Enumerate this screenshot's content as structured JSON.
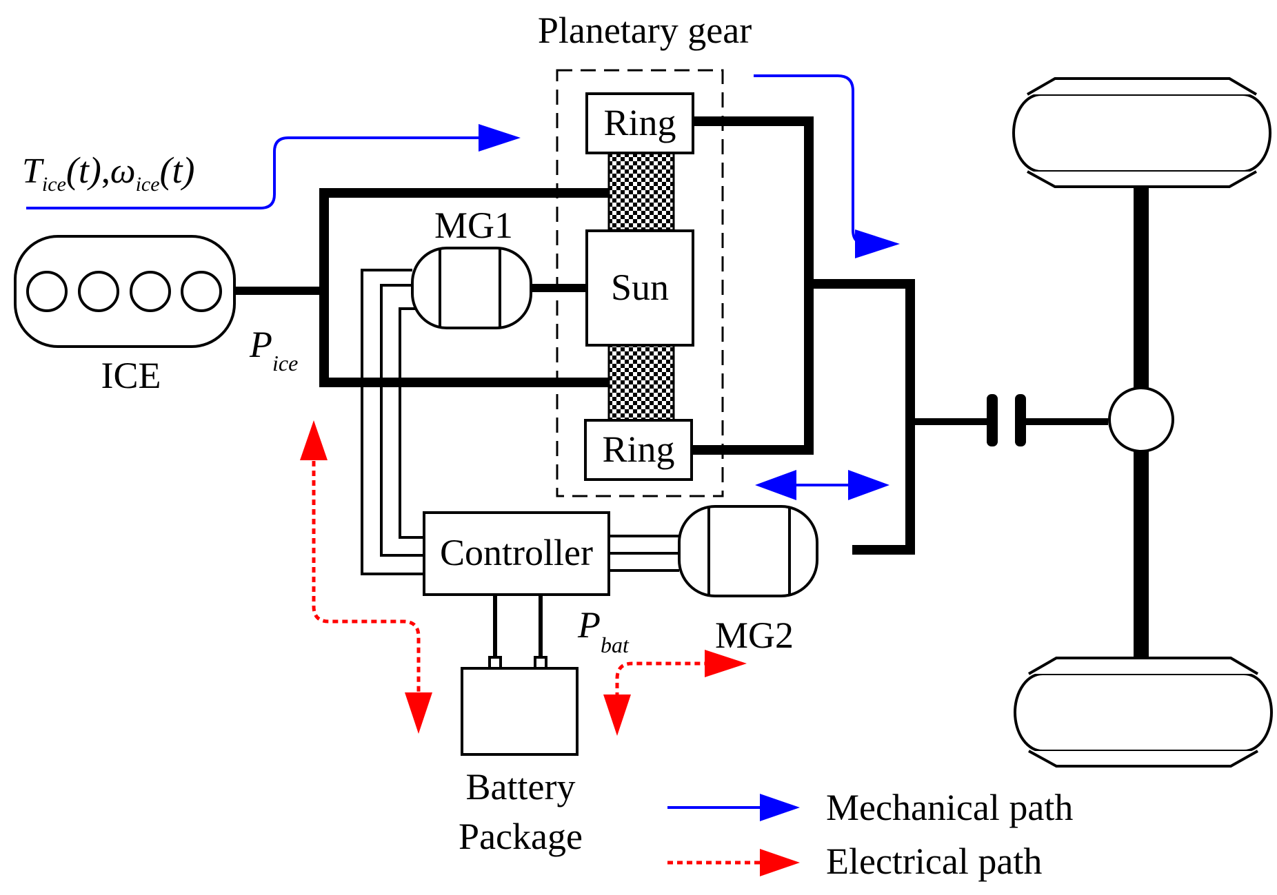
{
  "title": "Planetary gear",
  "components": {
    "ice": "ICE",
    "mg1": "MG1",
    "mg2": "MG2",
    "sun": "Sun",
    "ring_top": "Ring",
    "ring_bottom": "Ring",
    "controller": "Controller",
    "battery_line1": "Battery",
    "battery_line2": "Package"
  },
  "signals": {
    "ice_input": {
      "T": "T",
      "T_sub": "ice",
      "t1": "(t)",
      "comma": ",",
      "omega": "ω",
      "omega_sub": "ice",
      "t2": "(t)"
    },
    "p_ice": {
      "P": "P",
      "sub": "ice"
    },
    "p_bat": {
      "P": "P",
      "sub": "bat"
    }
  },
  "legend": {
    "mechanical": "Mechanical path",
    "electrical": "Electrical path"
  },
  "colors": {
    "mechanical": "#0000ff",
    "electrical": "#ff0000",
    "line": "#000000"
  }
}
